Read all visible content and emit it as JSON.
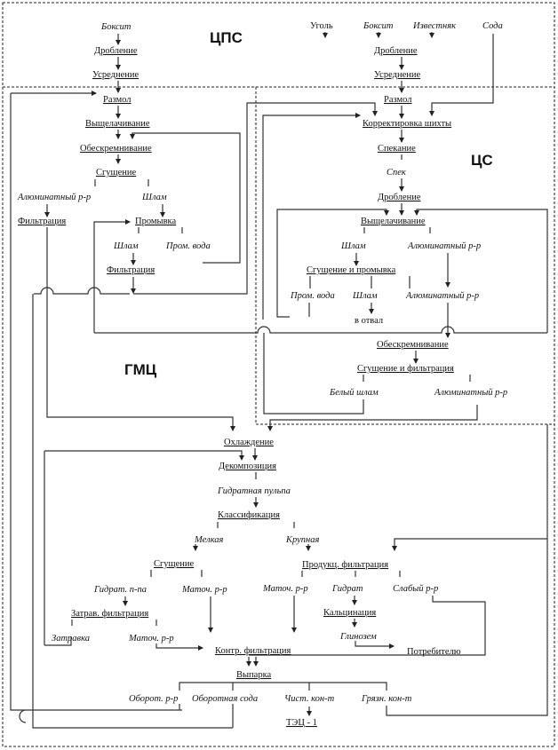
{
  "zones": {
    "cps": "ЦПС",
    "cs": "ЦС",
    "gmc": "ГМЦ"
  },
  "cps_left": {
    "bauxite": "Боксит",
    "crushing": "Дробление",
    "averaging": "Усреднение"
  },
  "cps_right": {
    "coal": "Уголь",
    "bauxite": "Боксит",
    "limestone": "Известняк",
    "soda": "Сода",
    "crushing": "Дробление",
    "averaging": "Усреднение"
  },
  "bayer": {
    "grinding": "Размол",
    "leaching": "Выщелачивание",
    "desilication": "Обескремнивание",
    "thickening": "Сгущение",
    "aluminate_solution": "Алюминатный р-р",
    "sludge": "Шлам",
    "filtration": "Фильтрация",
    "washing": "Промывка",
    "sludge2": "Шлам",
    "wash_water": "Пром. вода",
    "filtration2": "Фильтрация"
  },
  "sinter": {
    "grinding": "Размол",
    "charge_correction": "Корректировка шихты",
    "sintering": "Спекание",
    "sinter": "Спек",
    "crushing": "Дробление",
    "leaching": "Выщелачивание",
    "sludge": "Шлам",
    "aluminate_solution": "Алюминатный р-р",
    "thickening_washing": "Сгущение и промывка",
    "wash_water": "Пром. вода",
    "sludge2": "Шлам",
    "to_dump": "в отвал",
    "aluminate_solution2": "Алюминатный р-р",
    "desilication": "Обескремнивание",
    "thickening_filtration": "Сгущение и фильтрация",
    "white_sludge": "Белый шлам",
    "aluminate_solution3": "Алюминатный р-р"
  },
  "hydromet": {
    "cooling": "Охлаждение",
    "decomposition": "Декомпозиция",
    "hydrate_pulp": "Гидратная пульпа",
    "classification": "Классификация",
    "fine": "Мелкая",
    "coarse": "Крупная",
    "thickening": "Сгущение",
    "hydrate_suspension": "Гидрат. п-па",
    "mother_liquor1": "Маточ. р-р",
    "seed_filtration": "Затрав. фильтрация",
    "seed": "Затравка",
    "mother_liquor2": "Маточ. р-р",
    "product_filtration": "Продукц. фильтрация",
    "mother_liquor3": "Маточ. р-р",
    "hydrate": "Гидрат",
    "weak_solution": "Слабый р-р",
    "calcination": "Кальцинация",
    "alumina": "Глинозем",
    "consumer": "Потребителю",
    "control_filtration": "Контр. фильтрация",
    "evaporation": "Выпарка",
    "recycle_solution": "Оборот. р-р",
    "recycle_soda": "Оборотная сода",
    "clean_concentrate": "Чист. кон-т",
    "dirty_concentrate": "Грязн. кон-т",
    "tec": "ТЭЦ - 1"
  }
}
